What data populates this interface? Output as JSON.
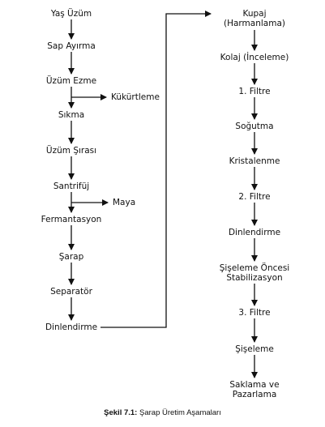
{
  "left_column": [
    "Yaş Üzüm",
    "Sap Ayırma",
    "Üzüm Ezme",
    "Sıkma",
    "Üzüm Şırası",
    "Santrifüj",
    "Fermantasyon",
    "Şarap",
    "Separatör",
    "Dinlendirme"
  ],
  "right_column": [
    {
      "l1": "Kupaj",
      "l2": "(Harmanlama)"
    },
    {
      "l1": "Kolaj (İnceleme)"
    },
    {
      "l1": "1. Filtre"
    },
    {
      "l1": "Soğutma"
    },
    {
      "l1": "Kristalenme"
    },
    {
      "l1": "2. Filtre"
    },
    {
      "l1": "Dinlendirme"
    },
    {
      "l1": "Şişeleme Öncesi",
      "l2": "Stabilizasyon"
    },
    {
      "l1": "3. Filtre"
    },
    {
      "l1": "Şişeleme"
    },
    {
      "l1": "Saklama ve",
      "l2": "Pazarlama"
    }
  ],
  "side_outputs": {
    "kukurtleme": "Kükürtleme",
    "maya": "Maya"
  },
  "caption": {
    "label": "Şekil 7.1:",
    "text": " Şarap Üretim Aşamaları"
  }
}
